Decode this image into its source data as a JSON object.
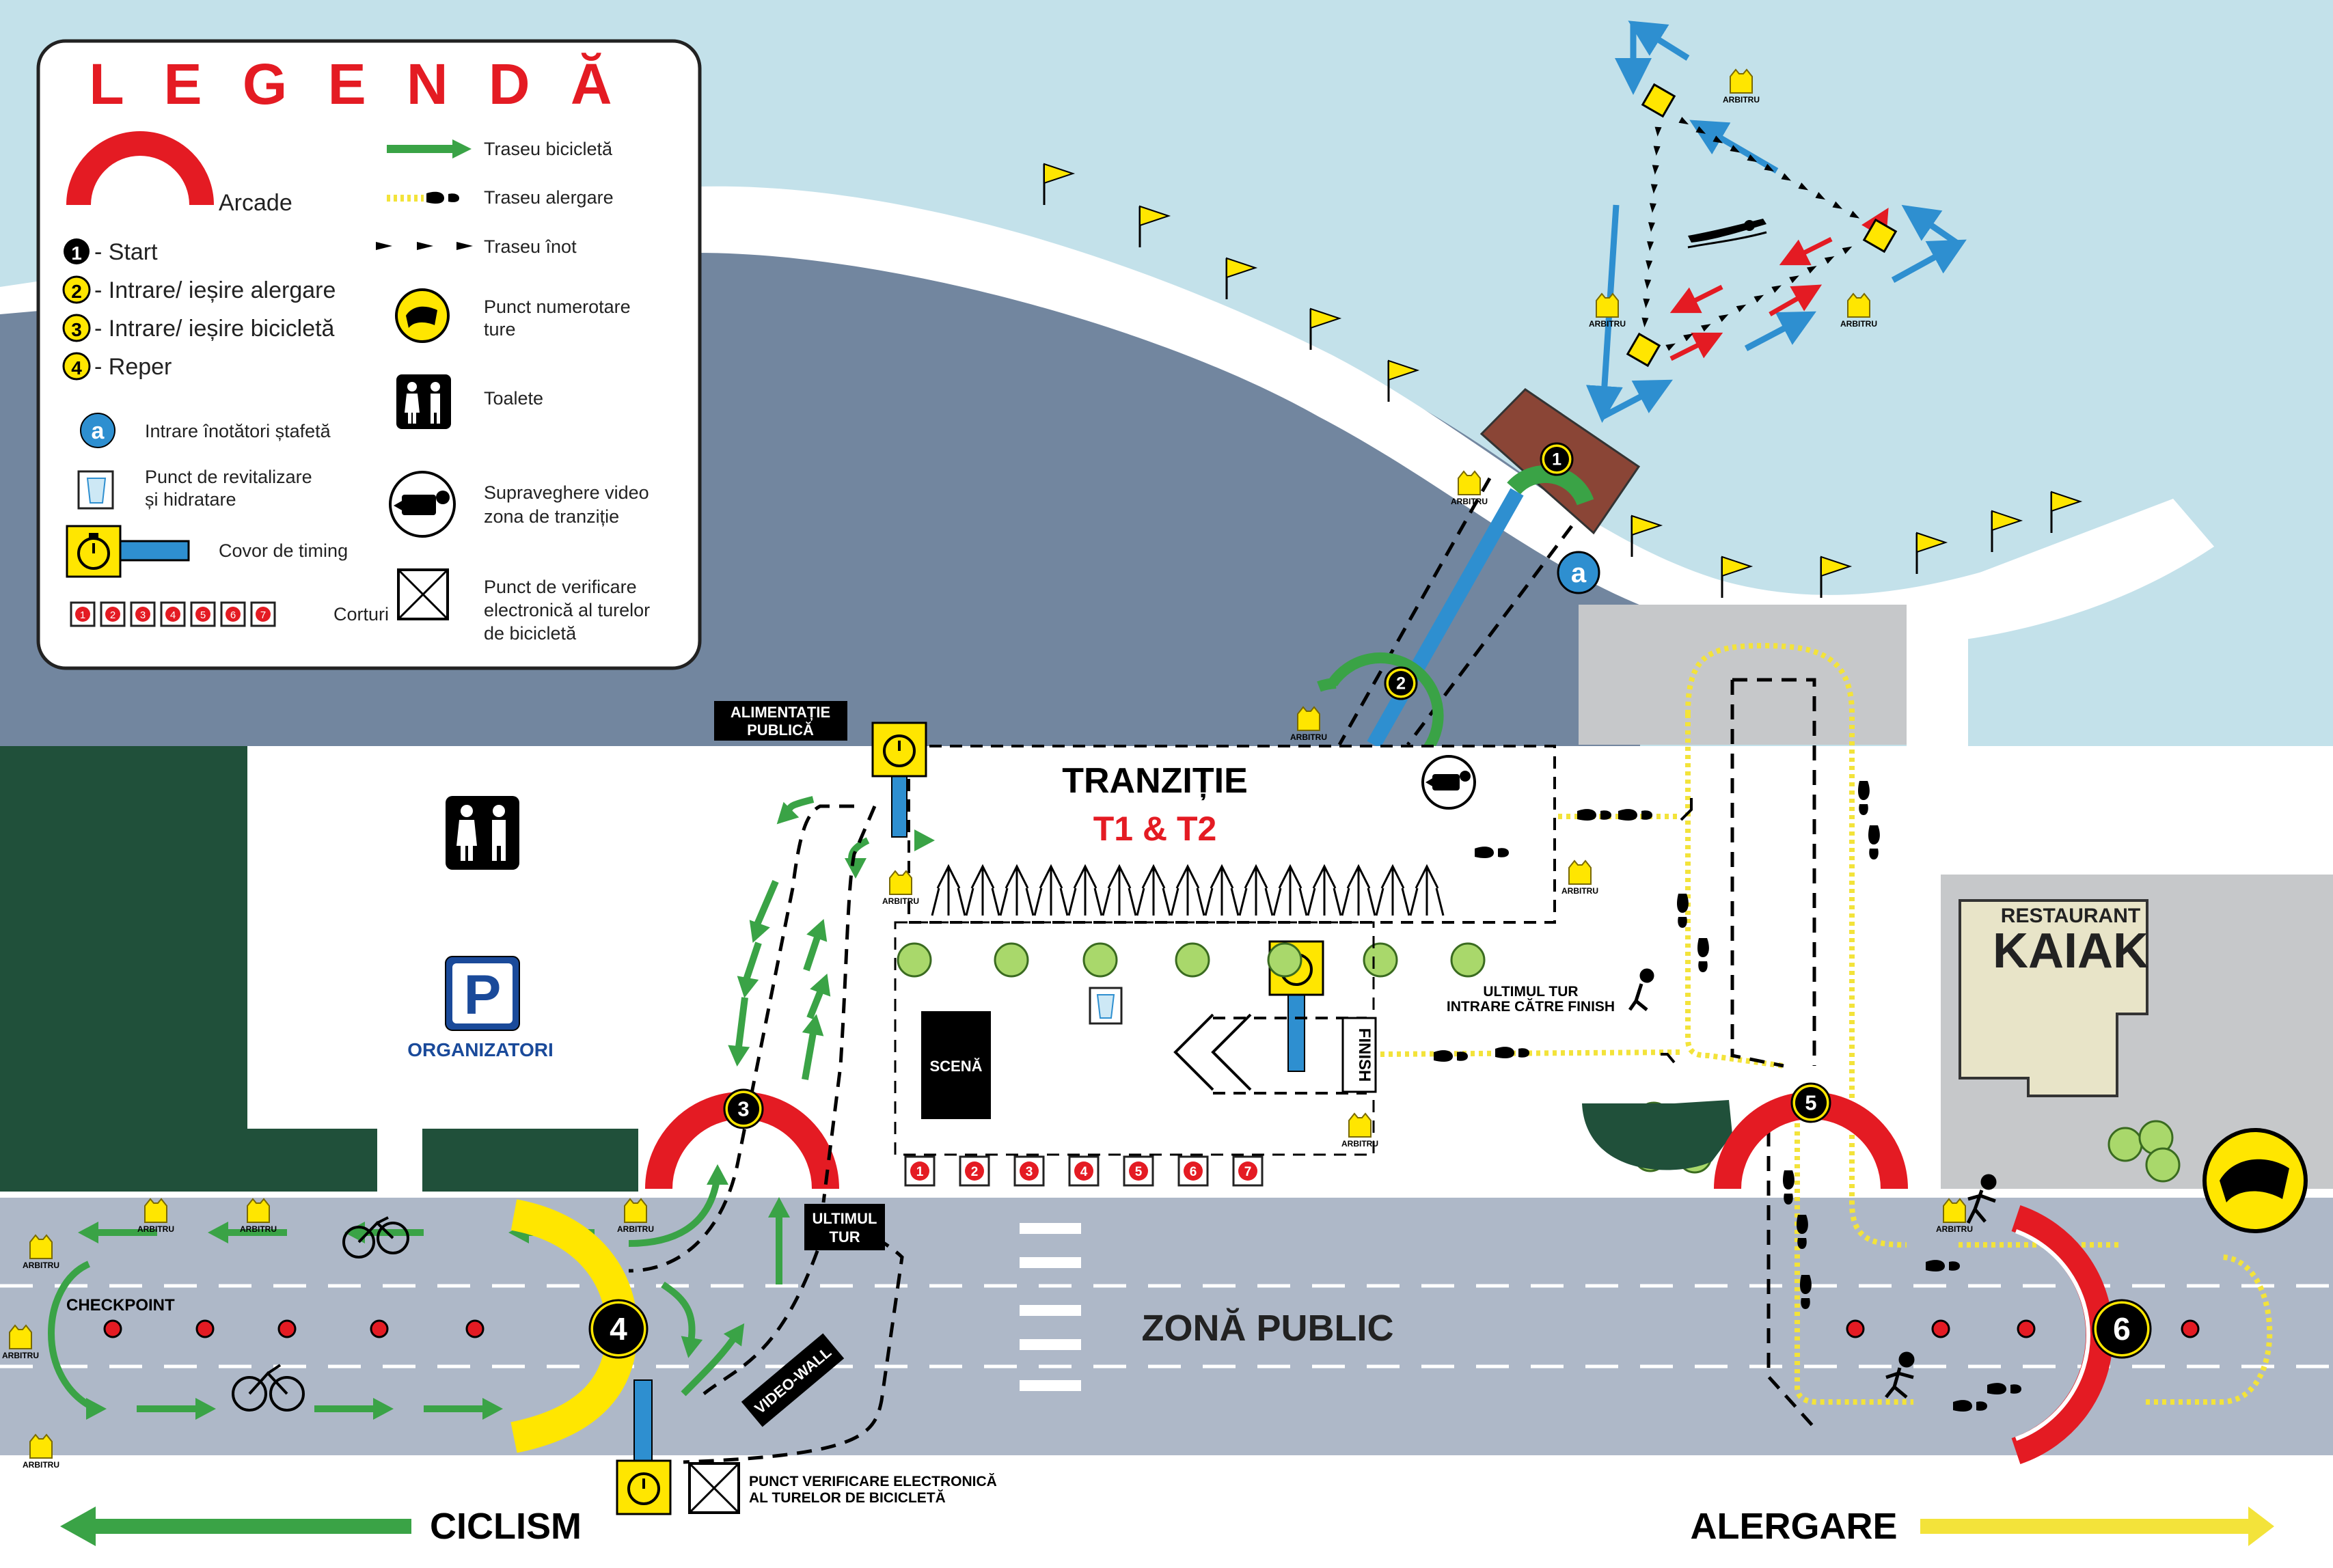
{
  "legend": {
    "title": "L E G E N D Ă",
    "arcade": "Arcade",
    "num1": "1",
    "start": "- Start",
    "num2": "2",
    "run_in_out": "- Intrare/ ieșire alergare",
    "num3": "3",
    "bike_in_out": "- Intrare/ ieșire bicicletă",
    "num4": "4",
    "reper": "- Reper",
    "relay_letter": "a",
    "relay_entry": "Intrare înotători ștafetă",
    "hydration_1": "Punct de revitalizare",
    "hydration_2": "și hidratare",
    "timing_mat": "Covor de timing",
    "tents": "Corturi",
    "tent_numbers": [
      "1",
      "2",
      "3",
      "4",
      "5",
      "6",
      "7"
    ],
    "bike_route": "Traseu bicicletă",
    "run_route": "Traseu alergare",
    "swim_route": "Traseu înot",
    "lap_count_1": "Punct numerotare",
    "lap_count_2": "ture",
    "toilets": "Toalete",
    "video_1": "Supraveghere video",
    "video_2": "zona de tranziție",
    "check_1": "Punct de verificare",
    "check_2": "electronică al turelor",
    "check_3": "de bicicletă"
  },
  "map": {
    "referee": "ARBITRU",
    "transition_title": "TRANZIȚIE",
    "transition_sub": "T1 & T2",
    "food_1": "ALIMENTAȚIE",
    "food_2": "PUBLICĂ",
    "scene": "SCENĂ",
    "finish": "FINISH",
    "last_lap_finish_1": "ULTIMUL TUR",
    "last_lap_finish_2": "INTRARE CĂTRE FINISH",
    "restaurant_1": "RESTAURANT",
    "restaurant_2": "KAIAK",
    "parking_letter": "P",
    "organizers": "ORGANIZATORI",
    "last_lap_1": "ULTIMUL",
    "last_lap_2": "TUR",
    "checkpoint": "CHECKPOINT",
    "public_zone": "ZONĂ PUBLIC",
    "video_wall": "VIDEO-WALL",
    "check_point_1": "PUNCT VERIFICARE ELECTRONICĂ",
    "check_point_2": "AL TURELOR DE BICICLETĂ",
    "cycling": "CICLISM",
    "running": "ALERGARE",
    "markers": [
      "1",
      "2",
      "3",
      "4",
      "5",
      "6"
    ]
  },
  "colors": {
    "water": "#c3e1ea",
    "land_dark": "#72869f",
    "grass": "#20503a",
    "road": "#aeb8c8",
    "bike": "#3aa346",
    "run": "#f3e33a",
    "swim_blue": "#2e8fd0",
    "red": "#e41b23",
    "yellow": "#ffe600",
    "transition_text_red": "#e41b23"
  }
}
